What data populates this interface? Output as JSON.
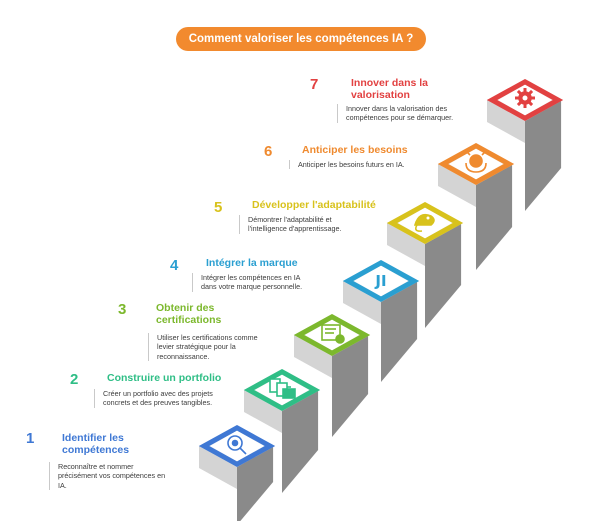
{
  "title": "Comment valoriser les compétences IA  ?",
  "colors": {
    "accent": "#f28a2e",
    "step_1": "#3f78d4",
    "step_2": "#2fbe86",
    "step_3": "#7cb82d",
    "step_4": "#2a9fd1",
    "step_5": "#d8c21c",
    "step_6": "#ef8a2f",
    "step_7": "#e24141",
    "stair_light": "#d4d4d4",
    "stair_mid": "#8a8a8a",
    "stair_dark": "#3a3a3a"
  },
  "steps": [
    {
      "number": "1",
      "title": "Identifier les compétences",
      "title_lines": [
        "Identifier les",
        "compétences"
      ],
      "description": "Reconnaître et nommer précisément vos compétences en IA.",
      "desc_lines": [
        "Reconnaître et nommer",
        "précisément vos compétences en",
        "IA."
      ],
      "icon": "search-gear-icon"
    },
    {
      "number": "2",
      "title": "Construire un portfolio",
      "title_lines": [
        "Construire un portfolio"
      ],
      "description": "Créer un portfolio avec des projets concrets et des preuves tangibles.",
      "desc_lines": [
        "Créer un portfolio avec des projets",
        "concrets et des preuves tangibles."
      ],
      "icon": "portfolio-documents-icon"
    },
    {
      "number": "3",
      "title": "Obtenir des certifications",
      "title_lines": [
        "Obtenir des",
        "certifications"
      ],
      "description": "Utiliser les certifications comme levier stratégique pour la reconnaissance.",
      "desc_lines": [
        "Utiliser les certifications comme",
        "levier stratégique pour la",
        "reconnaissance."
      ],
      "icon": "certificate-icon"
    },
    {
      "number": "4",
      "title": "Intégrer la marque",
      "title_lines": [
        "Intégrer la marque"
      ],
      "description": "Intégrer les compétences en IA dans votre marque personnelle.",
      "desc_lines": [
        "Intégrer les compétences en IA",
        "dans votre marque personnelle."
      ],
      "icon": "brand-letter-icon"
    },
    {
      "number": "5",
      "title": "Développer l'adaptabilité",
      "title_lines": [
        "Développer l'adaptabilité"
      ],
      "description": "Démontrer l'adaptabilité et l'intelligence d'apprentissage.",
      "desc_lines": [
        "Démontrer l'adaptabilité et",
        "l'intelligence d'apprentissage."
      ],
      "icon": "chameleon-icon"
    },
    {
      "number": "6",
      "title": "Anticiper les besoins",
      "title_lines": [
        "Anticiper les besoins"
      ],
      "description": "Anticiper les besoins futurs en IA.",
      "desc_lines": [
        "Anticiper les besoins futurs en IA."
      ],
      "icon": "crystal-ball-icon"
    },
    {
      "number": "7",
      "title": "Innover dans la valorisation",
      "title_lines": [
        "Innover dans la",
        "valorisation"
      ],
      "description": "Innover dans la valorisation des compétences pour se démarquer.",
      "desc_lines": [
        "Innover dans la valorisation des",
        "compétences pour se démarquer."
      ],
      "icon": "gear-icon"
    }
  ]
}
